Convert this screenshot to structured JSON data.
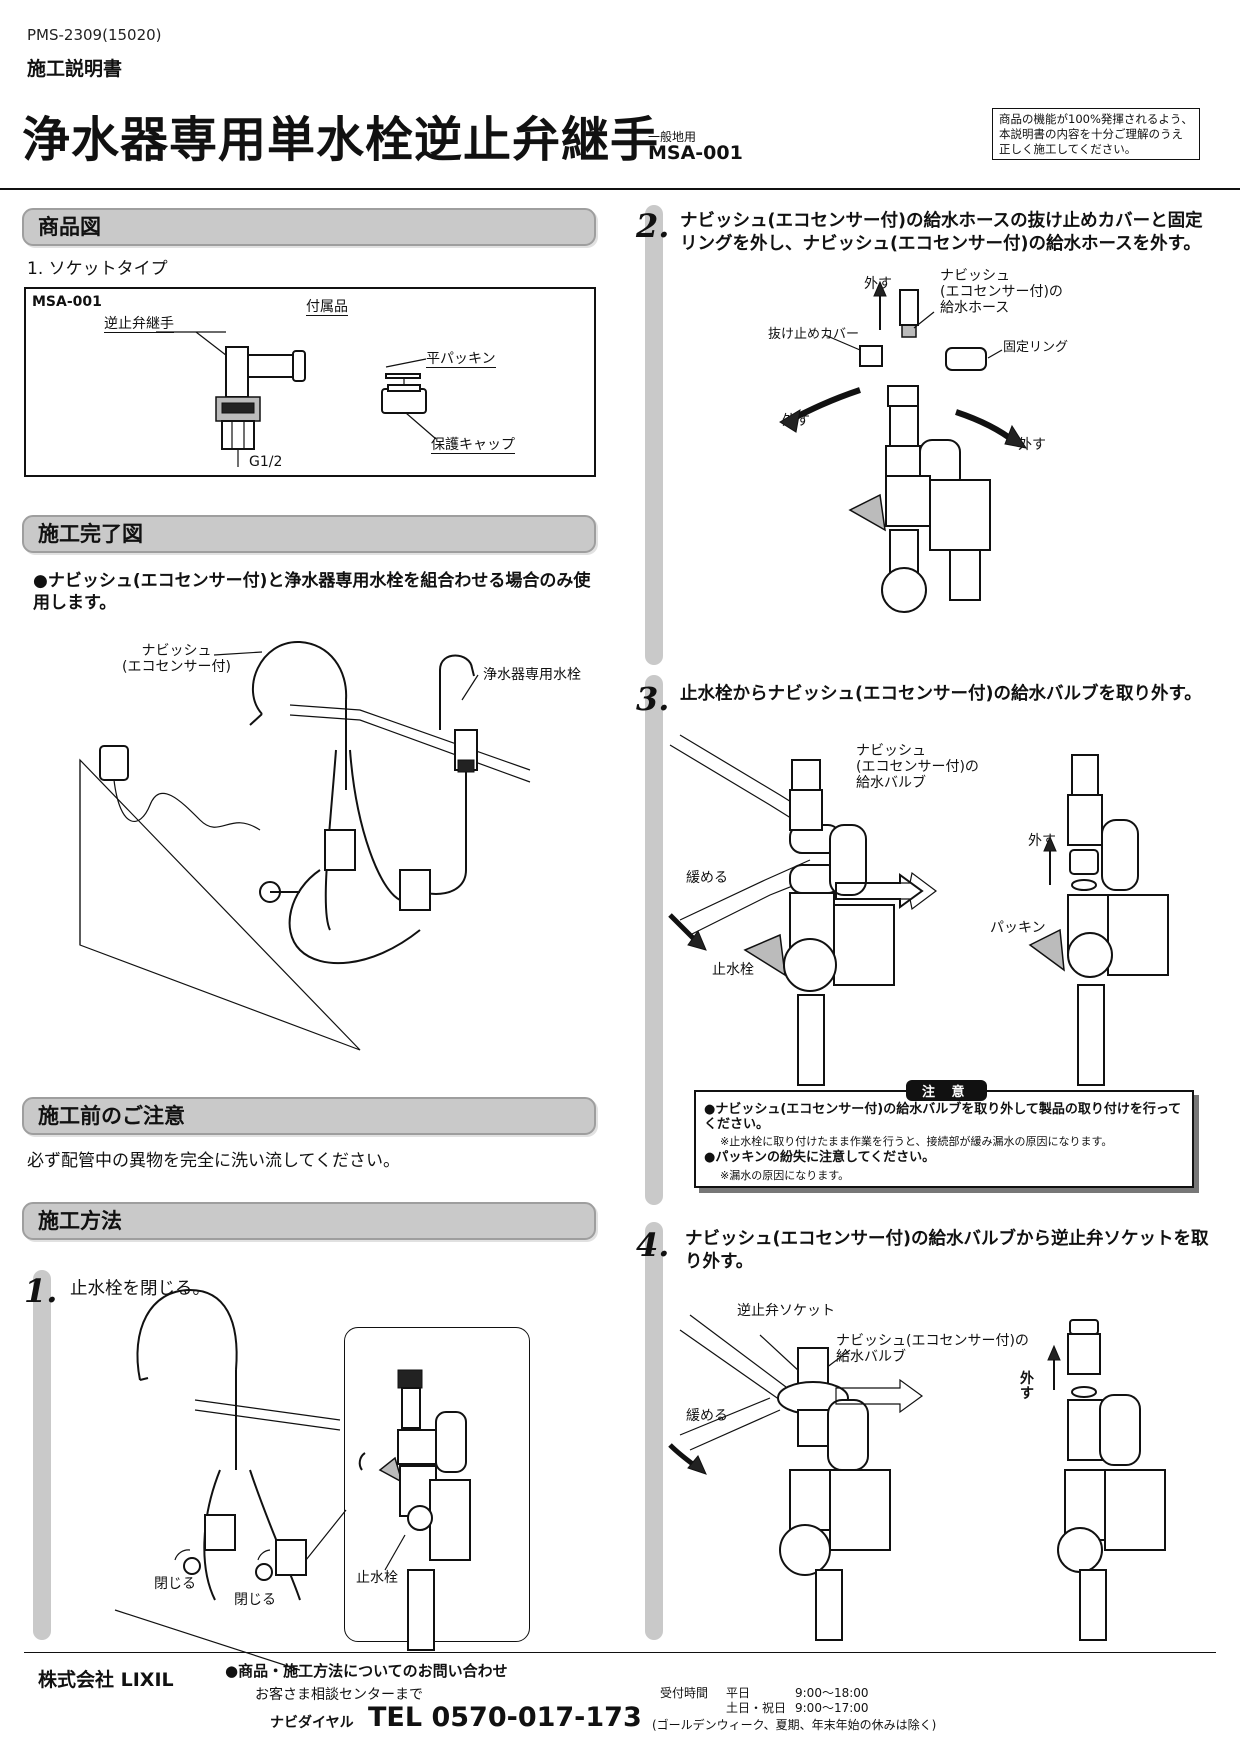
{
  "header": {
    "doc_id": "PMS-2309(15020)",
    "doc_kind": "施工説明書",
    "title": "浄水器専用単水栓逆止弁継手",
    "usage": "一般地用",
    "model": "MSA-001",
    "notice": "商品の機能が100%発揮されるよう、本説明書の内容を十分ご理解のうえ正しく施工してください。"
  },
  "product": {
    "section_title": "商品図",
    "subtitle": "1. ソケットタイプ",
    "box_model": "MSA-001",
    "part_main": "逆止弁継手",
    "accessories": "付属品",
    "packing": "平パッキン",
    "cap": "保護キャップ",
    "thread": "G1/2"
  },
  "complete": {
    "section_title": "施工完了図",
    "note": "●ナビッシュ(エコセンサー付)と浄水器専用水栓を組合わせる場合のみ使用します。",
    "label_faucet": "ナビッシュ\n(エコセンサー付)",
    "label_purifier": "浄水器専用水栓"
  },
  "precaution": {
    "section_title": "施工前のご注意",
    "text": "必ず配管中の異物を完全に洗い流してください。"
  },
  "method": {
    "section_title": "施工方法"
  },
  "steps": [
    {
      "num": "1.",
      "text": "止水栓を閉じる。",
      "label_close_1": "閉じる",
      "label_close_2": "閉じる",
      "label_valve": "止水栓"
    },
    {
      "num": "2.",
      "text": "ナビッシュ(エコセンサー付)の給水ホースの抜け止めカバーと固定リングを外し、ナビッシュ(エコセンサー付)の給水ホースを外す。",
      "label_remove_top": "外す",
      "label_hose": "ナビッシュ\n(エコセンサー付)の\n給水ホース",
      "label_cover": "抜け止めカバー",
      "label_ring": "固定リング",
      "label_remove_left": "外す",
      "label_remove_right": "外す"
    },
    {
      "num": "3.",
      "text": "止水栓からナビッシュ(エコセンサー付)の給水バルブを取り外す。",
      "label_valve_name": "ナビッシュ\n(エコセンサー付)の\n給水バルブ",
      "label_loosen": "緩める",
      "label_stop_valve": "止水栓",
      "label_remove": "外す",
      "label_packing": "パッキン"
    },
    {
      "num": "4.",
      "text": "ナビッシュ(エコセンサー付)の給水バルブから逆止弁ソケットを取り外す。",
      "label_socket": "逆止弁ソケット",
      "label_valve_name": "ナビッシュ(エコセンサー付)の\n給水バルブ",
      "label_loosen": "緩める",
      "label_remove": "外\nす"
    }
  ],
  "caution": {
    "tag": "注 意",
    "line1": "●ナビッシュ(エコセンサー付)の給水バルブを取り外して製品の取り付けを行ってください。",
    "line2": "※止水栓に取り付けたまま作業を行うと、接続部が緩み漏水の原因になります。",
    "line3": "●パッキンの紛失に注意してください。",
    "line4": "※漏水の原因になります。"
  },
  "footer": {
    "company": "株式会社 LIXIL",
    "inquiry": "●商品・施工方法についてのお問い合わせ",
    "center": "お客さま相談センターまで",
    "dial": "ナビダイヤル",
    "tel": "TEL 0570-017-173",
    "hours_label": "受付時間",
    "weekday": "平日",
    "weekday_time": "9:00〜18:00",
    "weekend": "土日・祝日",
    "weekend_time": "9:00〜17:00",
    "holiday_note": "(ゴールデンウィーク、夏期、年末年始の休みは除く)"
  }
}
